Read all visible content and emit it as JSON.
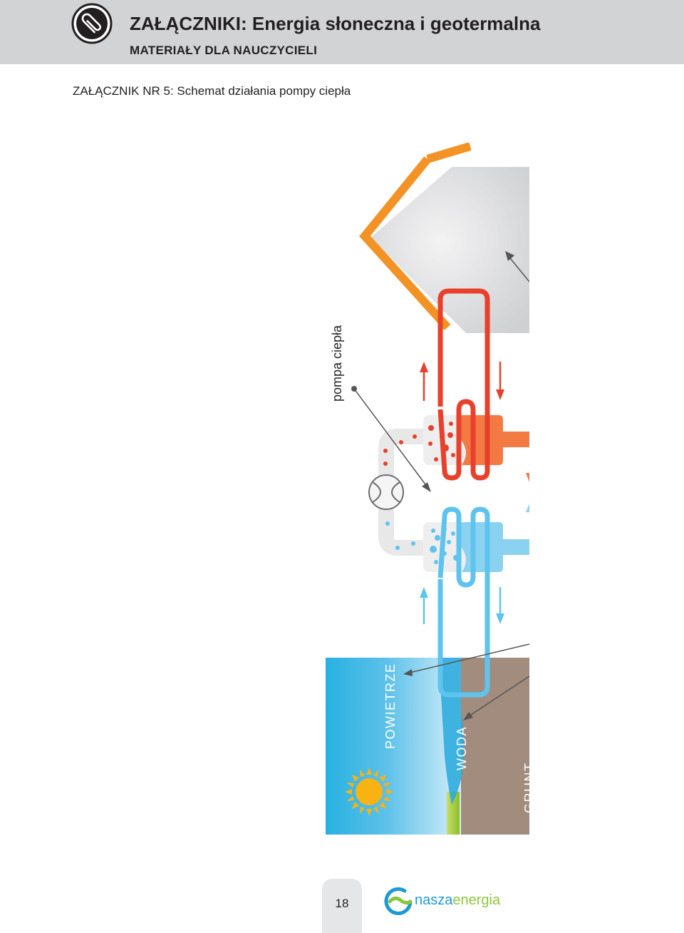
{
  "header": {
    "title_bold": "ZAŁĄCZNIKI:",
    "title_rest": "Energia słoneczna i geotermalna",
    "subtitle": "MATERIAŁY DLA NAUCZYCIELI",
    "badge_icon": "paperclip-icon"
  },
  "annex": {
    "title": "ZAŁĄCZNIK NR 5: Schemat działania pompy ciepła"
  },
  "diagram": {
    "labels": {
      "heat_pump": "pompa ciepła",
      "air": "POWIETRZE",
      "water": "WODA",
      "ground": "GRUNT"
    },
    "colors": {
      "roof": "#f39325",
      "hot_loop": "#e8402a",
      "cold_loop": "#5ec4ee",
      "sky": "#27b1e0",
      "ground": "#a28c7e",
      "grass": "#95c11f",
      "sun": "#f9b213",
      "house": "#cfd0d2"
    }
  },
  "footer": {
    "page_number": "18",
    "logo_part1": "nasza",
    "logo_part2": "energia",
    "logo_icon": "naszaenergia-logo-icon"
  }
}
